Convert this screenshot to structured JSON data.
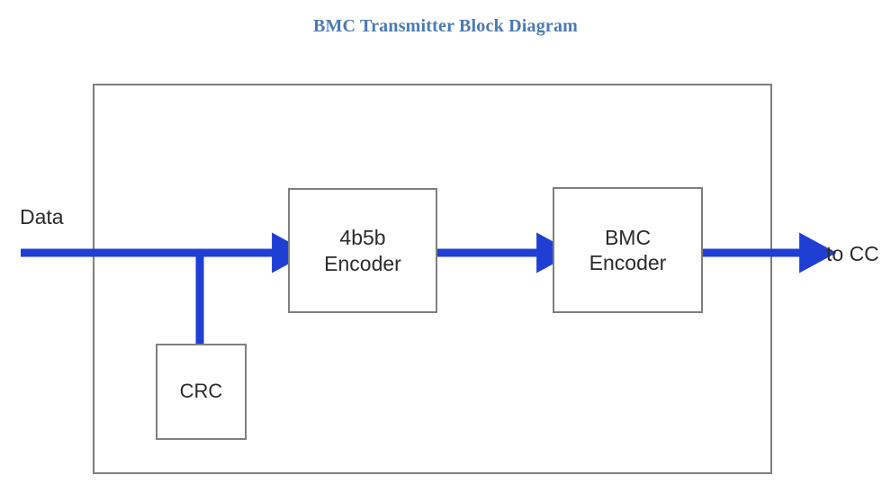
{
  "diagram": {
    "title": "BMC Transmitter Block Diagram",
    "title_color": "#4a7ab5",
    "background_color": "#ffffff",
    "boundary_border_color": "#7f7f7f",
    "block_border_color": "#7f7f7f",
    "connector_color": "#1f3fd4",
    "text_color": "#2b2b2b",
    "blocks": [
      {
        "id": "4b5b-encoder",
        "line1": "4b5b",
        "line2": "Encoder"
      },
      {
        "id": "bmc-encoder",
        "line1": "BMC",
        "line2": "Encoder"
      },
      {
        "id": "crc",
        "line1": "CRC",
        "line2": ""
      }
    ],
    "labels": {
      "input": "Data",
      "output": "to CC"
    },
    "connectors": [
      {
        "id": "data-to-4b5b",
        "from": "Data",
        "to": "4b5b Encoder",
        "arrow": true
      },
      {
        "id": "tap-to-crc",
        "from": "Data bus tap",
        "to": "CRC",
        "arrow": false
      },
      {
        "id": "4b5b-to-bmc",
        "from": "4b5b Encoder",
        "to": "BMC Encoder",
        "arrow": true
      },
      {
        "id": "bmc-to-cc",
        "from": "BMC Encoder",
        "to": "to CC",
        "arrow": true
      }
    ]
  }
}
